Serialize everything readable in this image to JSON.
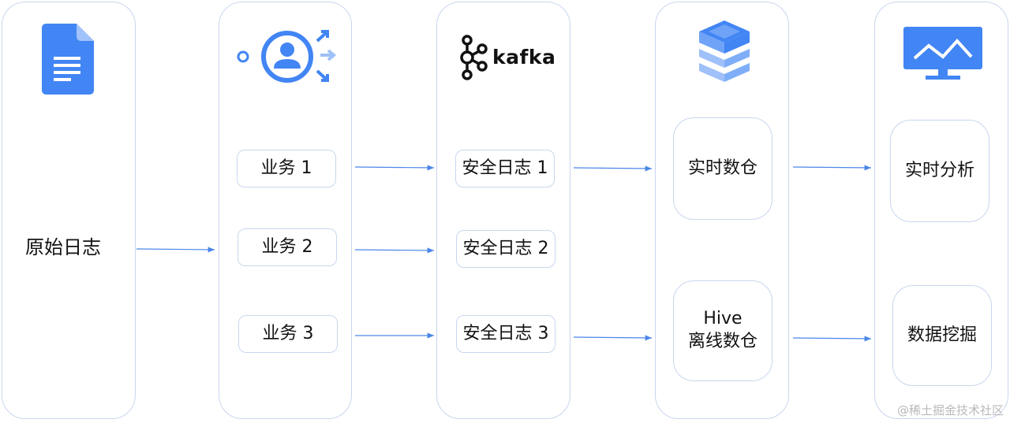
{
  "col1": {
    "label": "原始日志",
    "icon": "document-icon"
  },
  "col2": {
    "icon": "user-distribution-icon",
    "items": [
      "业务 1",
      "业务 2",
      "业务 3"
    ]
  },
  "col3": {
    "brand": "kafka",
    "icon": "kafka-logo-icon",
    "items": [
      "安全日志 1",
      "安全日志 2",
      "安全日志 3"
    ]
  },
  "col4": {
    "icon": "database-stack-icon",
    "realtime": "实时数仓",
    "offline_line1": "Hive",
    "offline_line2": "离线数仓"
  },
  "col5": {
    "icon": "monitor-chart-icon",
    "analysis": "实时分析",
    "mining": "数据挖掘"
  },
  "watermark": "@稀土掘金技术社区",
  "colors": {
    "border": "#c9d6ee",
    "arrow": "#4a86e8",
    "icon_blue": "#4285f4",
    "icon_light": "#9fc0f8"
  }
}
